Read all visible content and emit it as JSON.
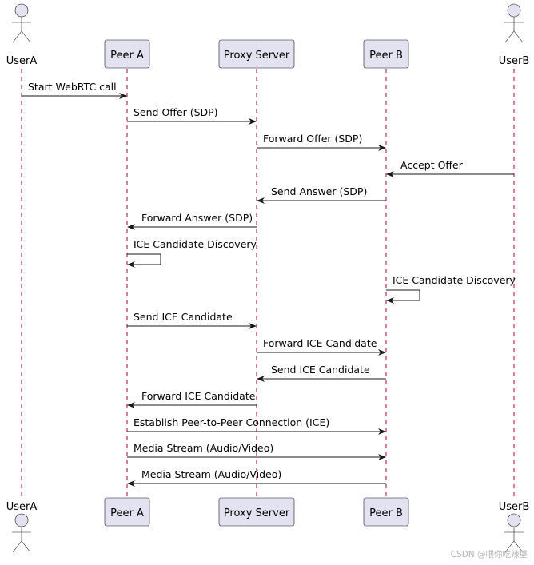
{
  "participants": [
    {
      "id": "UserA",
      "label": "UserA",
      "kind": "actor"
    },
    {
      "id": "PeerA",
      "label": "Peer A",
      "kind": "participant"
    },
    {
      "id": "Proxy",
      "label": "Proxy Server",
      "kind": "participant"
    },
    {
      "id": "PeerB",
      "label": "Peer B",
      "kind": "participant"
    },
    {
      "id": "UserB",
      "label": "UserB",
      "kind": "actor"
    }
  ],
  "messages": [
    {
      "from": "UserA",
      "to": "PeerA",
      "label": "Start WebRTC call"
    },
    {
      "from": "PeerA",
      "to": "Proxy",
      "label": "Send Offer (SDP)"
    },
    {
      "from": "Proxy",
      "to": "PeerB",
      "label": "Forward Offer (SDP)"
    },
    {
      "from": "UserB",
      "to": "PeerB",
      "label": "Accept Offer"
    },
    {
      "from": "PeerB",
      "to": "Proxy",
      "label": "Send Answer (SDP)"
    },
    {
      "from": "Proxy",
      "to": "PeerA",
      "label": "Forward Answer (SDP)"
    },
    {
      "from": "PeerA",
      "to": "PeerA",
      "label": "ICE Candidate Discovery"
    },
    {
      "from": "PeerB",
      "to": "PeerB",
      "label": "ICE Candidate Discovery"
    },
    {
      "from": "PeerA",
      "to": "Proxy",
      "label": "Send ICE Candidate"
    },
    {
      "from": "Proxy",
      "to": "PeerB",
      "label": "Forward ICE Candidate"
    },
    {
      "from": "PeerB",
      "to": "Proxy",
      "label": "Send ICE Candidate"
    },
    {
      "from": "Proxy",
      "to": "PeerA",
      "label": "Forward ICE Candidate"
    },
    {
      "from": "PeerA",
      "to": "PeerB",
      "label": "Establish Peer-to-Peer Connection (ICE)"
    },
    {
      "from": "PeerA",
      "to": "PeerB",
      "label": "Media Stream (Audio/Video)"
    },
    {
      "from": "PeerB",
      "to": "PeerA",
      "label": "Media Stream (Audio/Video)"
    }
  ],
  "watermark": "CSDN @喂你吃辣堡",
  "colors": {
    "participant_fill": "#E2E2F0",
    "border": "#181818",
    "lifeline": "#A80036"
  }
}
